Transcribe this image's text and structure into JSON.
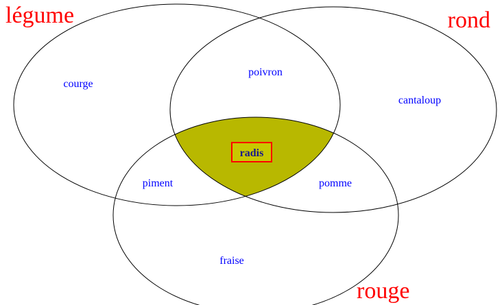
{
  "sets": {
    "legume": "légume",
    "rond": "rond",
    "rouge": "rouge"
  },
  "items": {
    "courge": "courge",
    "poivron": "poivron",
    "cantaloup": "cantaloup",
    "radis": "radis",
    "piment": "piment",
    "pomme": "pomme",
    "fraise": "fraise"
  },
  "colors": {
    "set_label": "#ff0000",
    "item_label": "#0000ff",
    "intersection_fill": "#b8b800",
    "highlight_box_border": "#ff0000",
    "highlight_box_fill": "#c8c800",
    "highlight_text": "#1a1a8c",
    "outline": "#000000"
  }
}
